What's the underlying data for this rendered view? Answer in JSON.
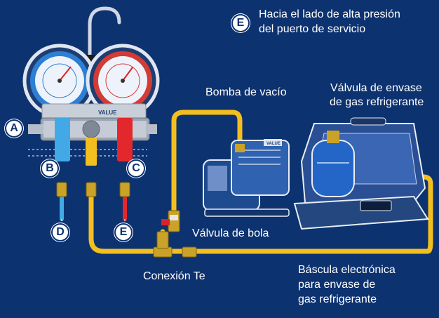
{
  "colors": {
    "background": "#0d3270",
    "hose_yellow": "#f3bf1e",
    "hose_blue": "#43a9e6",
    "hose_red": "#e2282d",
    "fitting_gold": "#c9a227",
    "line_white": "#ffffff"
  },
  "badges": {
    "a": "A",
    "b": "B",
    "c": "C",
    "d": "D",
    "e_bottom": "E",
    "e_top": "E"
  },
  "labels": {
    "high_side_line1": "Hacia el lado de alta presión",
    "high_side_line2": "del puerto de servicio",
    "vacuum_pump": "Bomba de vacío",
    "tank_valve_line1": "Válvula de envase",
    "tank_valve_line2": "de gas refrigerante",
    "ball_valve": "Válvula de bola",
    "tee_connection": "Conexión Te",
    "scale_line1": "Báscula electrónica",
    "scale_line2": "para envase de",
    "scale_line3": "gas refrigerante"
  },
  "device_text": {
    "manifold_brand": "VALUE",
    "pump_brand": "VALUE"
  },
  "icons": [
    "manifold-gauge-icon",
    "vacuum-pump-icon",
    "refrigerant-tank-icon",
    "electronic-scale-icon",
    "ball-valve-icon",
    "tee-fitting-icon"
  ]
}
